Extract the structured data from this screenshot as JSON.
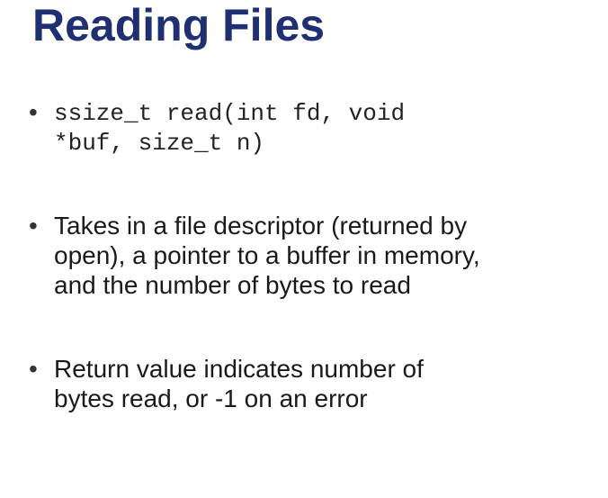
{
  "slide": {
    "title": "Reading Files",
    "bullet_glyph": "•",
    "bullets": [
      {
        "text": "ssize_t read(int fd, void *buf, size_t n)",
        "style": "code"
      },
      {
        "text": "Takes in a file descriptor (returned by open), a pointer to a buffer in memory, and the number of bytes to read",
        "style": "text"
      },
      {
        "text": "Return value indicates number of bytes read, or -1 on an error",
        "style": "text"
      }
    ]
  },
  "colors": {
    "title": "#1f2f72",
    "body_text": "#1a1a1a",
    "background": "#ffffff"
  }
}
